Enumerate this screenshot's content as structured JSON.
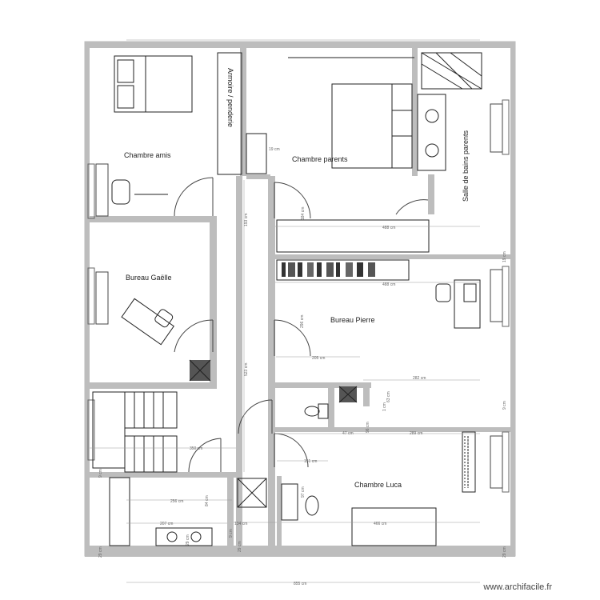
{
  "rooms": {
    "chambre_amis": "Chambre amis",
    "chambre_parents": "Chambre parents",
    "salle_de_bains_parents": "Salle de bains parents",
    "bureau_gaelle": "Bureau Gaëlle",
    "bureau_pierre": "Bureau Pierre",
    "chambre_luca": "Chambre Luca",
    "armoire_penderie": "Armoire / penderie"
  },
  "dimensions": {
    "d488_top": "488 cm",
    "d488_bottom": "488 cm",
    "d19_a": "19 cm",
    "d19_b": "19 cm",
    "d193": "193 cm",
    "d184": "184 cm",
    "d523": "523 cm",
    "d296": "296 cm",
    "d205": "205 cm",
    "d282": "282 cm",
    "d63": "63 cm",
    "d1": "1 cm",
    "d9_a": "9 cm",
    "d9_b": "9 cm",
    "d47": "47 cm",
    "d96": "96 cm",
    "d289": "289 cm",
    "d350": "350 cm",
    "d151": "151 cm",
    "d256": "256 cm",
    "d84": "84 cm",
    "d97": "97 cm",
    "d134": "134 cm",
    "d207": "207 cm",
    "d29_a": "29 cm",
    "d29_b": "29 cm",
    "d29_c": "29 cm",
    "d29_d": "29 cm",
    "d9_c": "9 cm",
    "d466": "466 cm",
    "d855": "855 cm"
  },
  "footer": {
    "brand": "www.archifacile.fr"
  },
  "colors": {
    "wall": "#bdbdbd",
    "line": "#555555",
    "dim_line": "#9a9a9a"
  }
}
